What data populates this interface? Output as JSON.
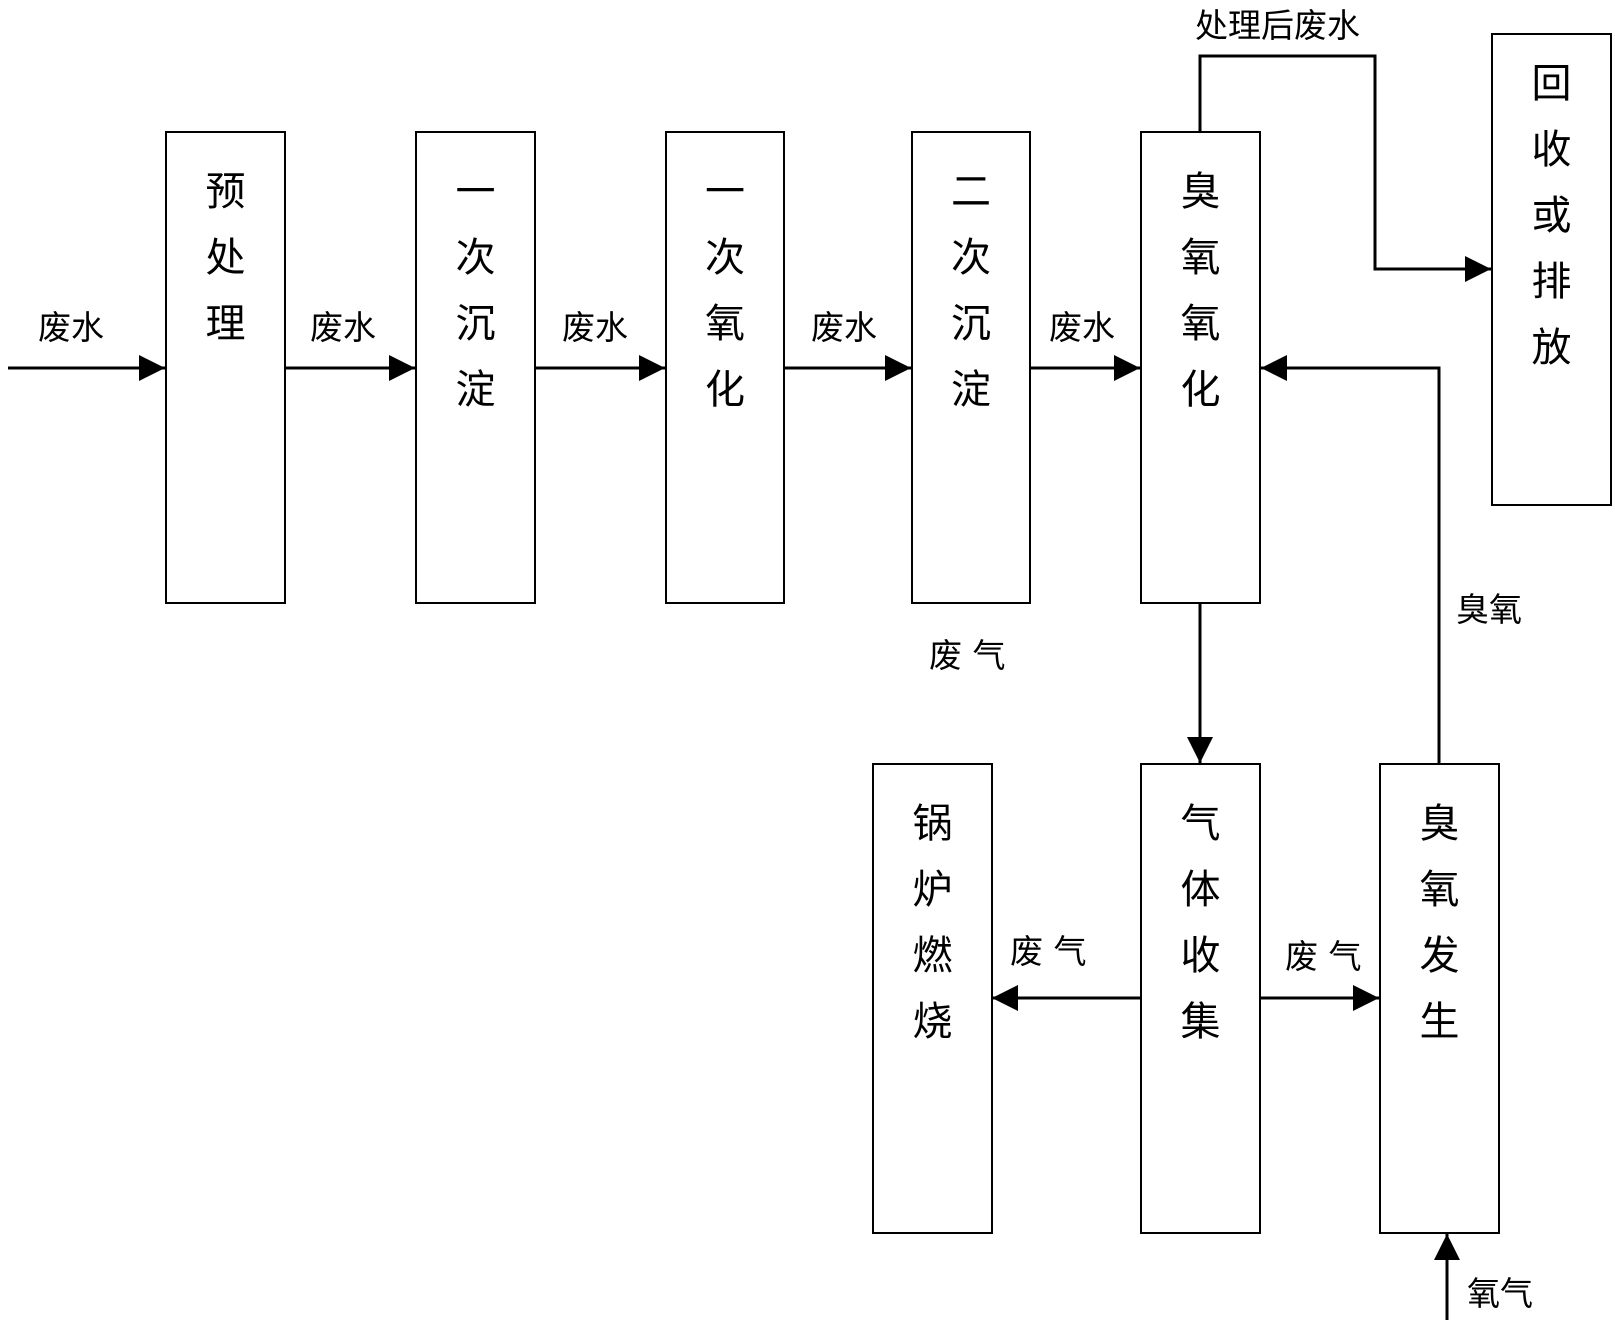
{
  "boxes": {
    "pretreatment": "预\n处\n理",
    "primary_settling": "一\n次\n沉\n淀",
    "primary_oxidation": "一\n次\n氧\n化",
    "secondary_settling": "二\n次\n沉\n淀",
    "ozone_oxidation": "臭\n氧\n氧\n化",
    "recycle_discharge": "回\n收\n或\n排\n放",
    "boiler_combustion": "锅\n炉\n燃\n烧",
    "gas_collection": "气\n体\n收\n集",
    "ozone_generation": "臭\n氧\n发\n生"
  },
  "labels": {
    "wastewater_in": "废水",
    "wastewater_1": "废水",
    "wastewater_2": "废水",
    "wastewater_3": "废水",
    "wastewater_4": "废水",
    "treated_wastewater": "处理后废水",
    "exhaust_gas_top": "废 气",
    "ozone": "臭氧",
    "exhaust_gas_left": "废 气",
    "exhaust_gas_right": "废 气",
    "oxygen": "氧气"
  },
  "colors": {
    "line": "#000000",
    "background": "#ffffff"
  }
}
